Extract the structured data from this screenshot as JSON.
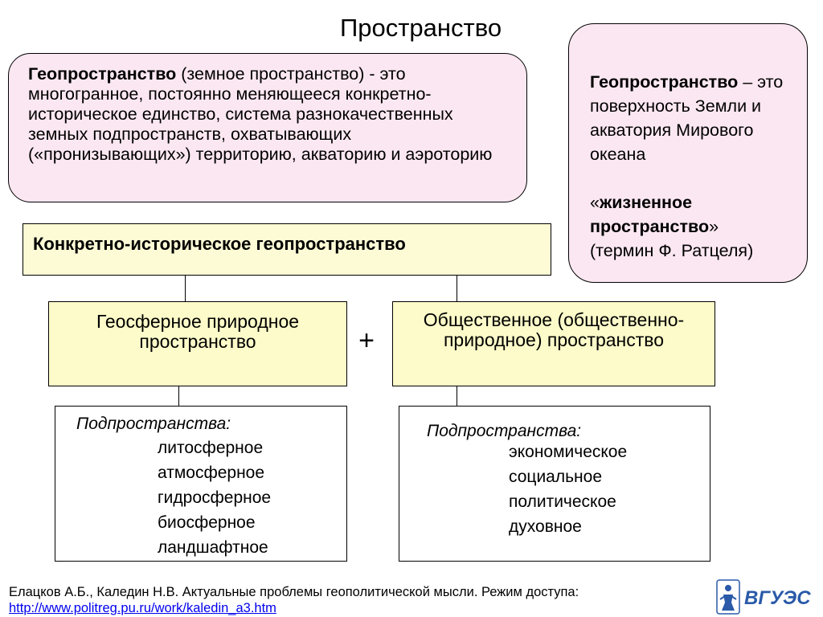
{
  "slide": {
    "title": "Пространство"
  },
  "definition": {
    "term": "Геопространство",
    "text": " (земное пространство) - это многогранное, постоянно меняющееся конкретно-историческое единство, система разнокачественных земных подпространств, охватывающих («пронизывающих») территорию, акваторию и аэроторию"
  },
  "side_note": {
    "term": "Геопространство",
    "term_rest": " – это поверхность Земли и акватория Мирового океана",
    "quote_open": "«",
    "quote_term": "жизненное пространство",
    "quote_close": "»",
    "quote_rest": "(термин Ф. Ратцеля)"
  },
  "diagram": {
    "concrete_label": "Конкретно-историческое геопространство",
    "natural_label": "Геосферное природное пространство",
    "plus_sign": "+",
    "social_label": "Общественное (общественно-природное) пространство",
    "natural_sub": {
      "title": "Подпространства:",
      "items": [
        "литосферное",
        "атмосферное",
        "гидросферное",
        "биосферное",
        "ландшафтное"
      ]
    },
    "social_sub": {
      "title": "Подпространства:",
      "items": [
        "экономическое",
        "социальное",
        "политическое",
        "духовное"
      ]
    }
  },
  "footer": {
    "source_text": "Елацков А.Б., Каледин Н.В. Актуальные проблемы геополитической мысли. Режим доступа:",
    "source_link": "http://www.politreg.pu.ru/work/kaledin_a3.htm",
    "logo_text": "ВГУЭС"
  },
  "colors": {
    "pink_box": "#fbe7f1",
    "yellow_box": "#fcfbc9",
    "concrete_box": "#fdfbd6",
    "logo_blue": "#2a5aa8"
  }
}
